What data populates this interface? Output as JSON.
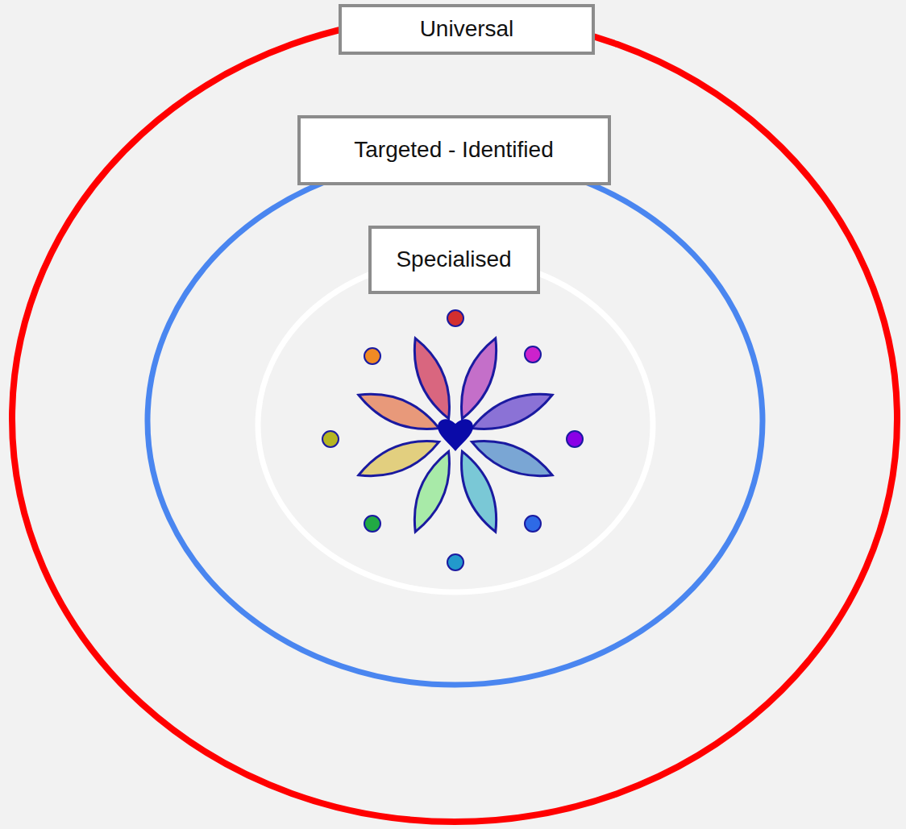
{
  "diagram": {
    "nodes": [
      {
        "text": [
          "Universal"
        ]
      },
      {
        "text": [
          "Targeted - Identified"
        ],
        "in": 0
      },
      {
        "text": [
          "Specialised"
        ],
        "in": 1
      }
    ]
  }
}
